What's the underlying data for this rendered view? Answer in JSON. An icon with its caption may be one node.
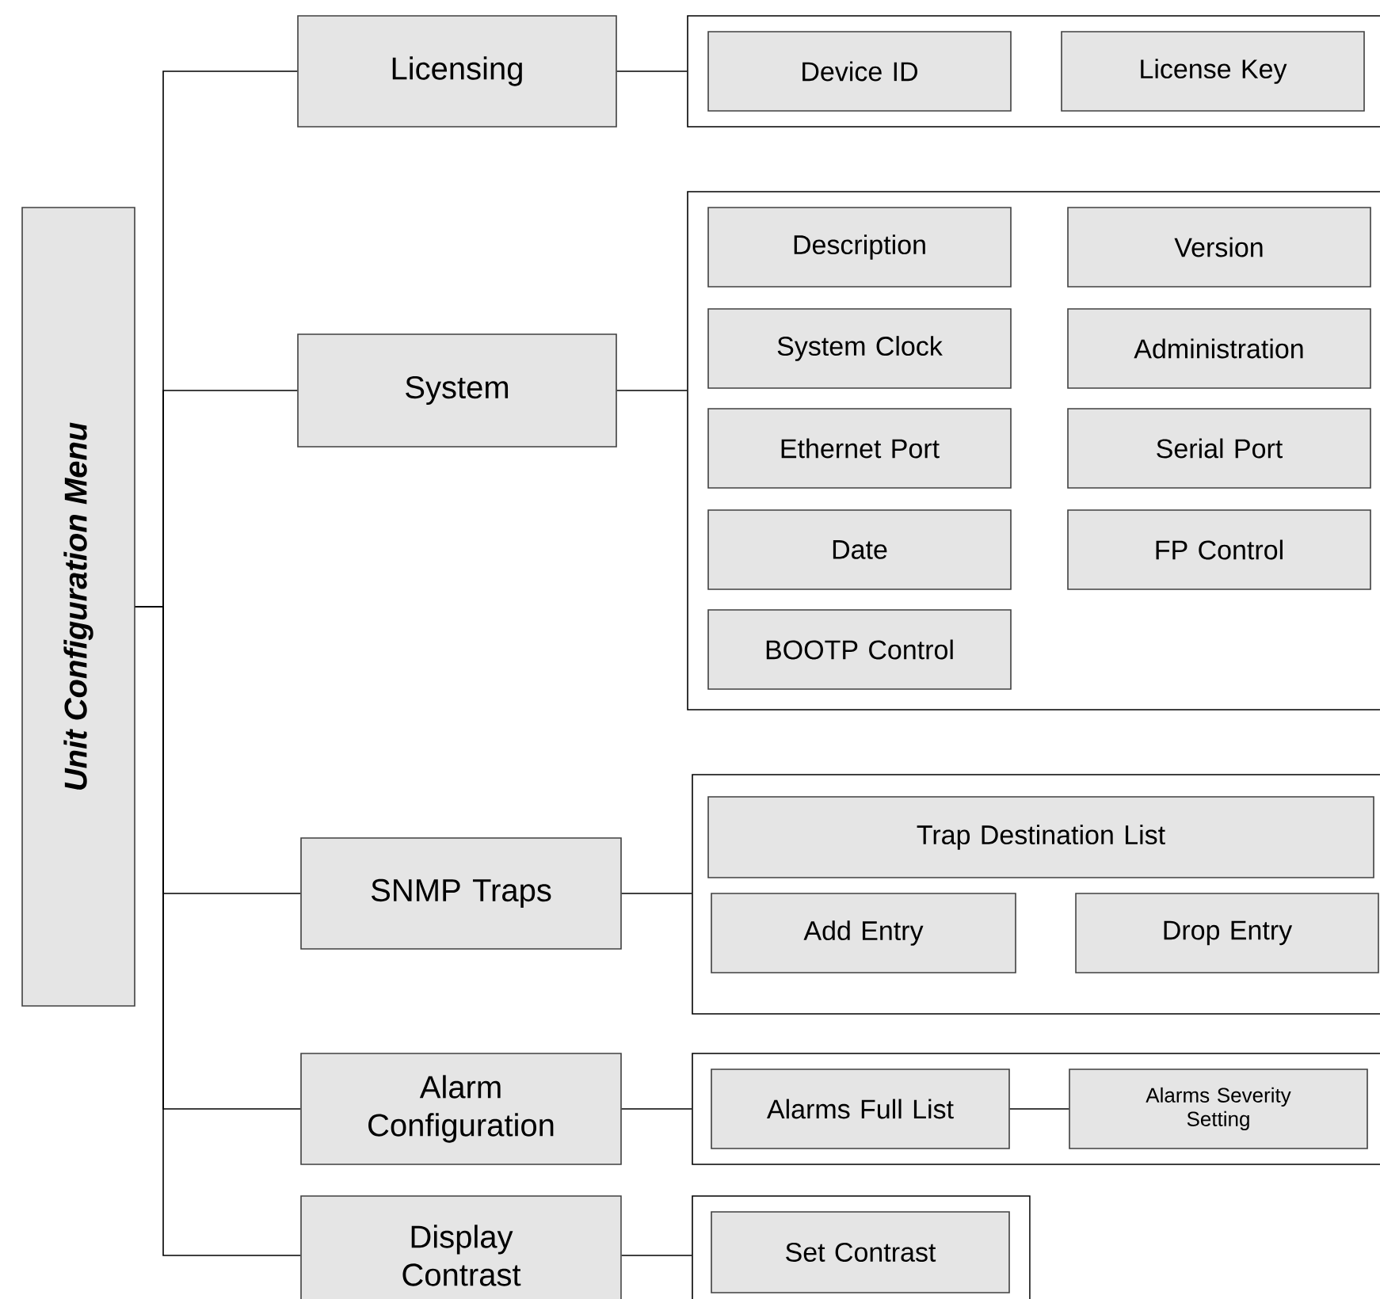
{
  "diagram": {
    "nodes": [
      {
        "text": [
          "Unit Configuration Menu"
        ]
      },
      {
        "text": [
          "Licensing"
        ]
      },
      {
        "text": [
          "System"
        ]
      },
      {
        "text": [
          "SNMP Traps"
        ]
      },
      {
        "text": [
          "Alarm Configuration"
        ]
      },
      {
        "text": [
          "Display Contrast"
        ]
      },
      {
        "text": [],
        "shape": "box"
      },
      {
        "text": [
          "Device ID"
        ],
        "in": 6
      },
      {
        "text": [
          "License Key"
        ],
        "in": 6
      },
      {
        "text": [],
        "shape": "box"
      },
      {
        "text": [
          "Description"
        ],
        "in": 9
      },
      {
        "text": [
          "Version"
        ],
        "in": 9
      },
      {
        "text": [
          "System Clock"
        ],
        "in": 9
      },
      {
        "text": [
          "Administration"
        ],
        "in": 9
      },
      {
        "text": [
          "Ethernet Port"
        ],
        "in": 9
      },
      {
        "text": [
          "Serial Port"
        ],
        "in": 9
      },
      {
        "text": [
          "Date"
        ],
        "in": 9
      },
      {
        "text": [
          "FP Control"
        ],
        "in": 9
      },
      {
        "text": [
          "BOOTP Control"
        ],
        "in": 9
      },
      {
        "text": [],
        "shape": "box"
      },
      {
        "text": [
          "Trap Destination List"
        ],
        "in": 19
      },
      {
        "text": [
          "Add Entry"
        ],
        "in": 19
      },
      {
        "text": [
          "Drop Entry"
        ],
        "in": 19
      },
      {
        "text": [],
        "shape": "box"
      },
      {
        "text": [
          "Alarms Full List"
        ],
        "in": 23
      },
      {
        "text": [
          "Alarms Severity Setting"
        ],
        "in": 23
      },
      {
        "text": [],
        "shape": "box"
      },
      {
        "text": [
          "Set Contrast"
        ],
        "in": 26
      }
    ],
    "edges": [
      {
        "from": 0,
        "to": 1,
        "arrow": "none"
      },
      {
        "from": 0,
        "to": 2,
        "arrow": "none"
      },
      {
        "from": 0,
        "to": 3,
        "arrow": "none"
      },
      {
        "from": 0,
        "to": 4,
        "arrow": "none"
      },
      {
        "from": 0,
        "to": 5,
        "arrow": "none"
      },
      {
        "from": 1,
        "to": 6,
        "arrow": "none"
      },
      {
        "from": 2,
        "to": 9,
        "arrow": "none"
      },
      {
        "from": 3,
        "to": 19,
        "arrow": "none"
      },
      {
        "from": 4,
        "to": 23,
        "arrow": "none"
      },
      {
        "from": 5,
        "to": 26,
        "arrow": "none"
      },
      {
        "from": 24,
        "to": 25,
        "arrow": "none"
      }
    ]
  }
}
